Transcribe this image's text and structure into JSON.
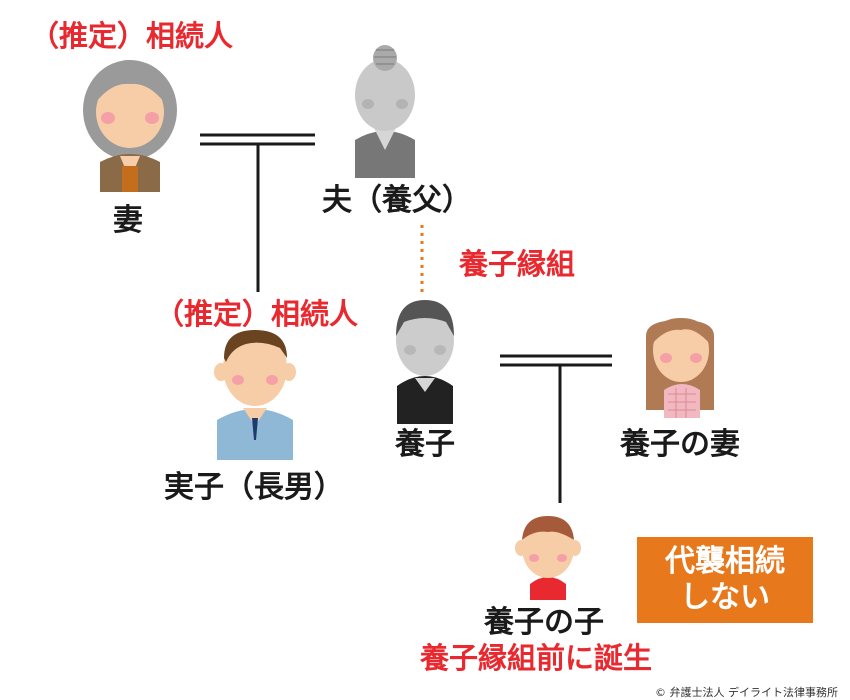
{
  "colors": {
    "label": "#1a1a1a",
    "emphasis": "#e8292f",
    "tag_bg": "#e8781c",
    "adoption_link": "#e8781c"
  },
  "people": {
    "wife": {
      "icon": "wife-person-icon",
      "label": "妻",
      "annotation": "（推定）相続人"
    },
    "husband": {
      "icon": "husband-person-icon",
      "label": "夫（養父）"
    },
    "biological_son": {
      "icon": "biological-son-person-icon",
      "label": "実子（長男）",
      "annotation": "（推定）相続人"
    },
    "adopted_child": {
      "icon": "adopted-child-person-icon",
      "label": "養子"
    },
    "adopted_child_wife": {
      "icon": "adopted-child-wife-person-icon",
      "label": "養子の妻"
    },
    "adopted_child_child": {
      "icon": "adopted-child-child-person-icon",
      "label": "養子の子",
      "annotation": "養子縁組前に誕生"
    }
  },
  "adoption_link_label": "養子縁組",
  "no_succession_tag": {
    "line1": "代襲相続",
    "line2": "しない"
  },
  "copyright": "© 弁護士法人 デイライト法律事務所"
}
